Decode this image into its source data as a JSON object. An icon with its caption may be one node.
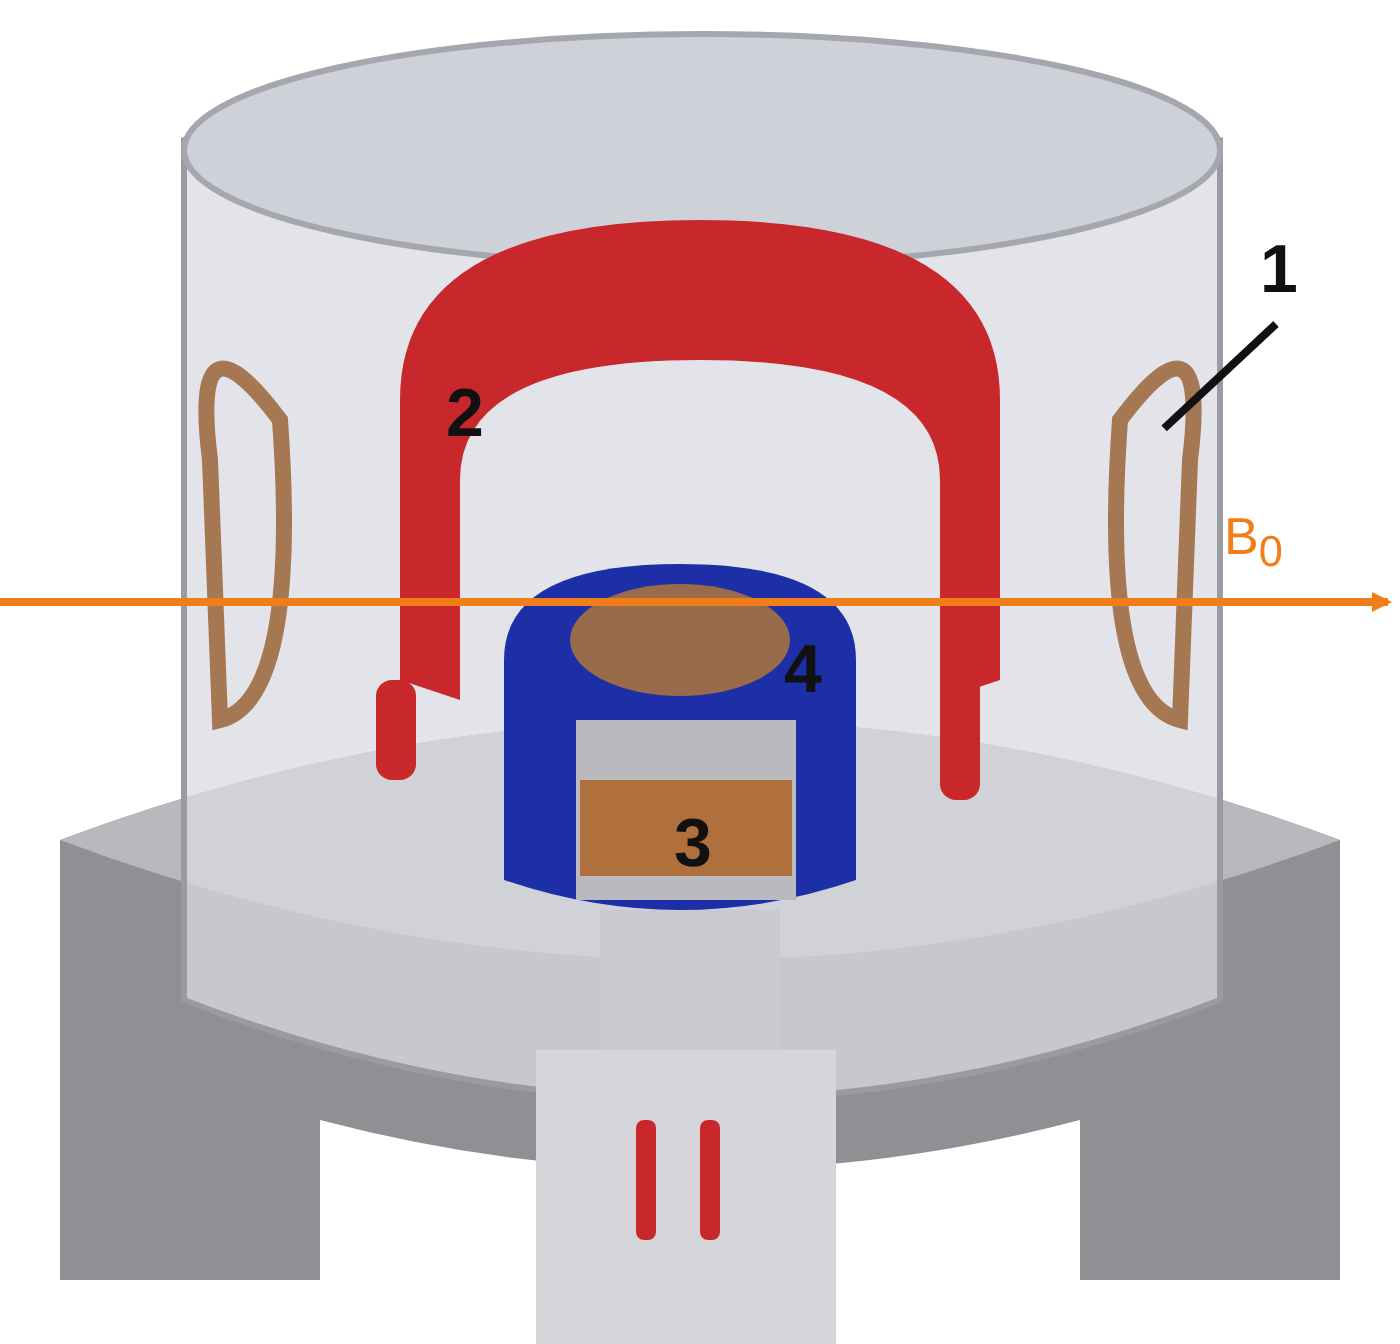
{
  "diagram": {
    "nodes": [
      {
        "text": [
          "1"
        ]
      },
      {
        "text": [],
        "shape": "coil"
      }
    ],
    "edges": [
      {
        "from": 0,
        "to": 1,
        "arrow": "none"
      }
    ],
    "labels": [
      "2",
      "4",
      "3",
      "B$_{0}$"
    ]
  }
}
